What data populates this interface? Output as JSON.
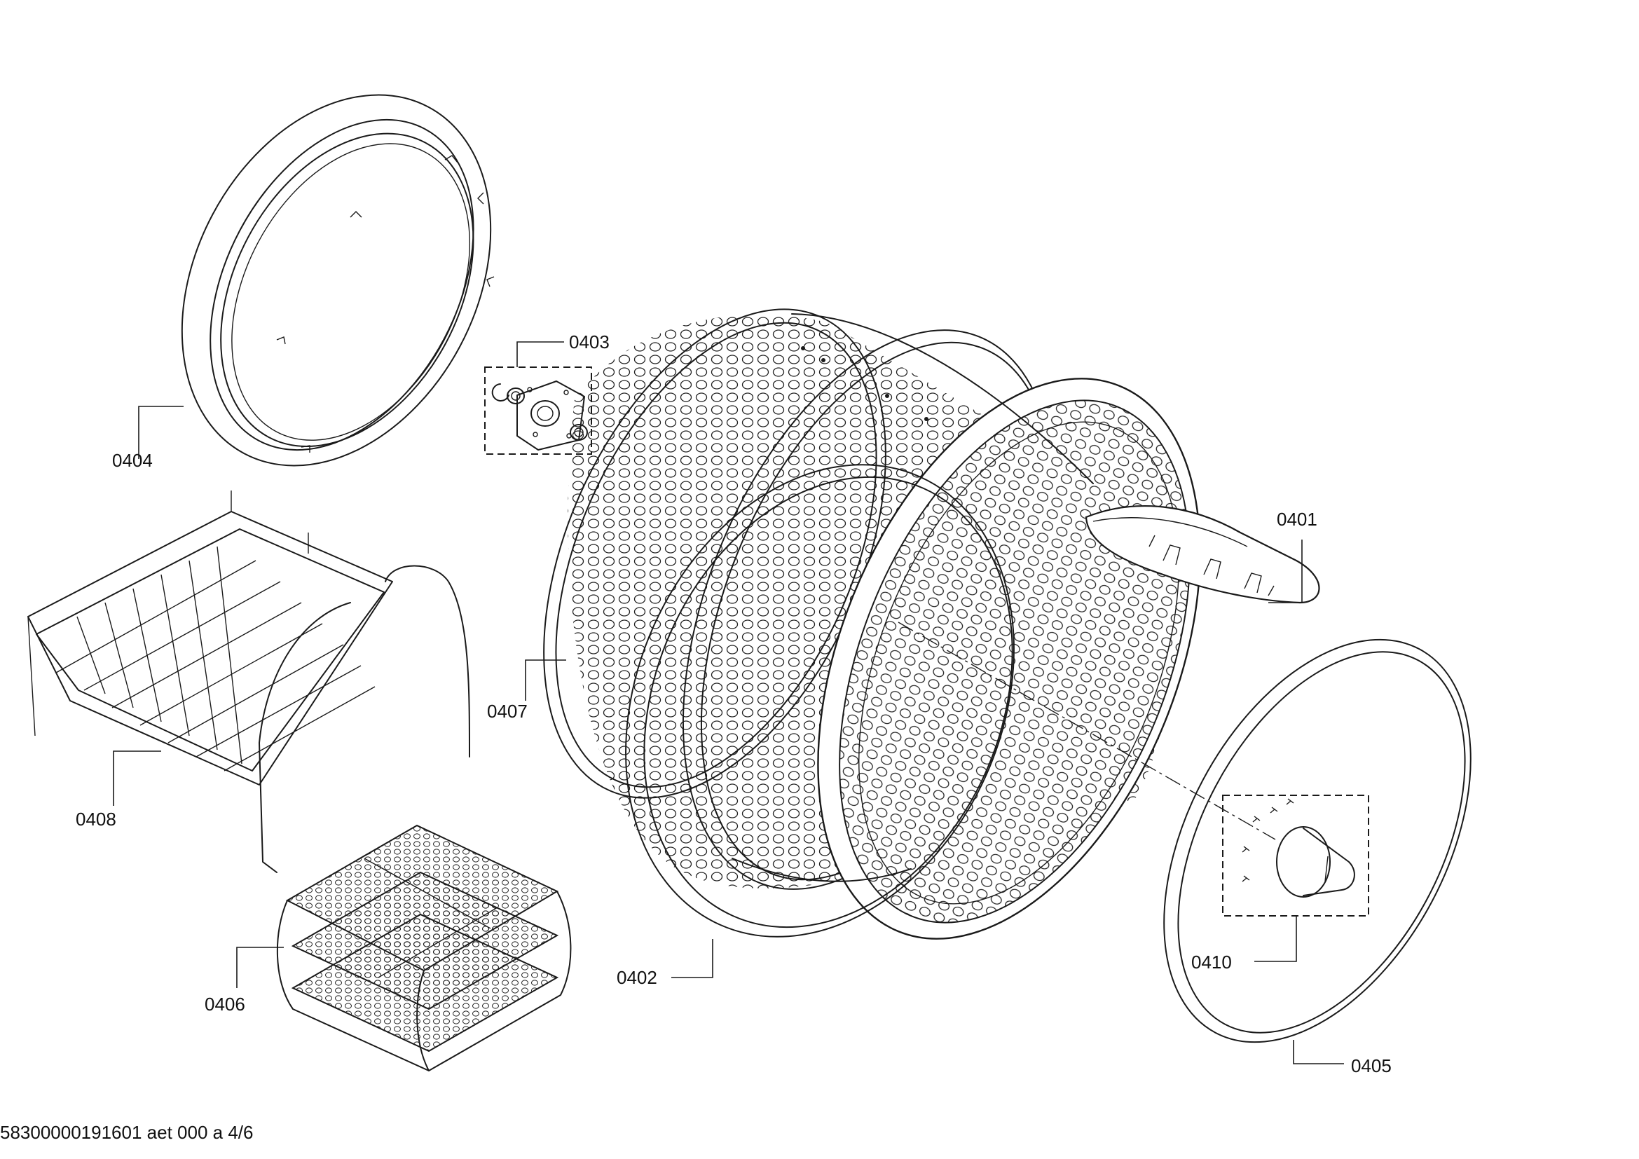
{
  "diagram": {
    "footer": "58300000191601 aet 000 a 4/6",
    "parts": [
      {
        "id": "door-ring",
        "label": "0404"
      },
      {
        "id": "bearing-kit",
        "label": "0403"
      },
      {
        "id": "drum-paddle",
        "label": "0401"
      },
      {
        "id": "drum",
        "label": "0407"
      },
      {
        "id": "drying-rack",
        "label": "0408"
      },
      {
        "id": "drum-seal",
        "label": "0402"
      },
      {
        "id": "shaft-kit",
        "label": "0410"
      },
      {
        "id": "rear-seal",
        "label": "0405"
      },
      {
        "id": "shelf-insert",
        "label": "0406"
      }
    ]
  }
}
